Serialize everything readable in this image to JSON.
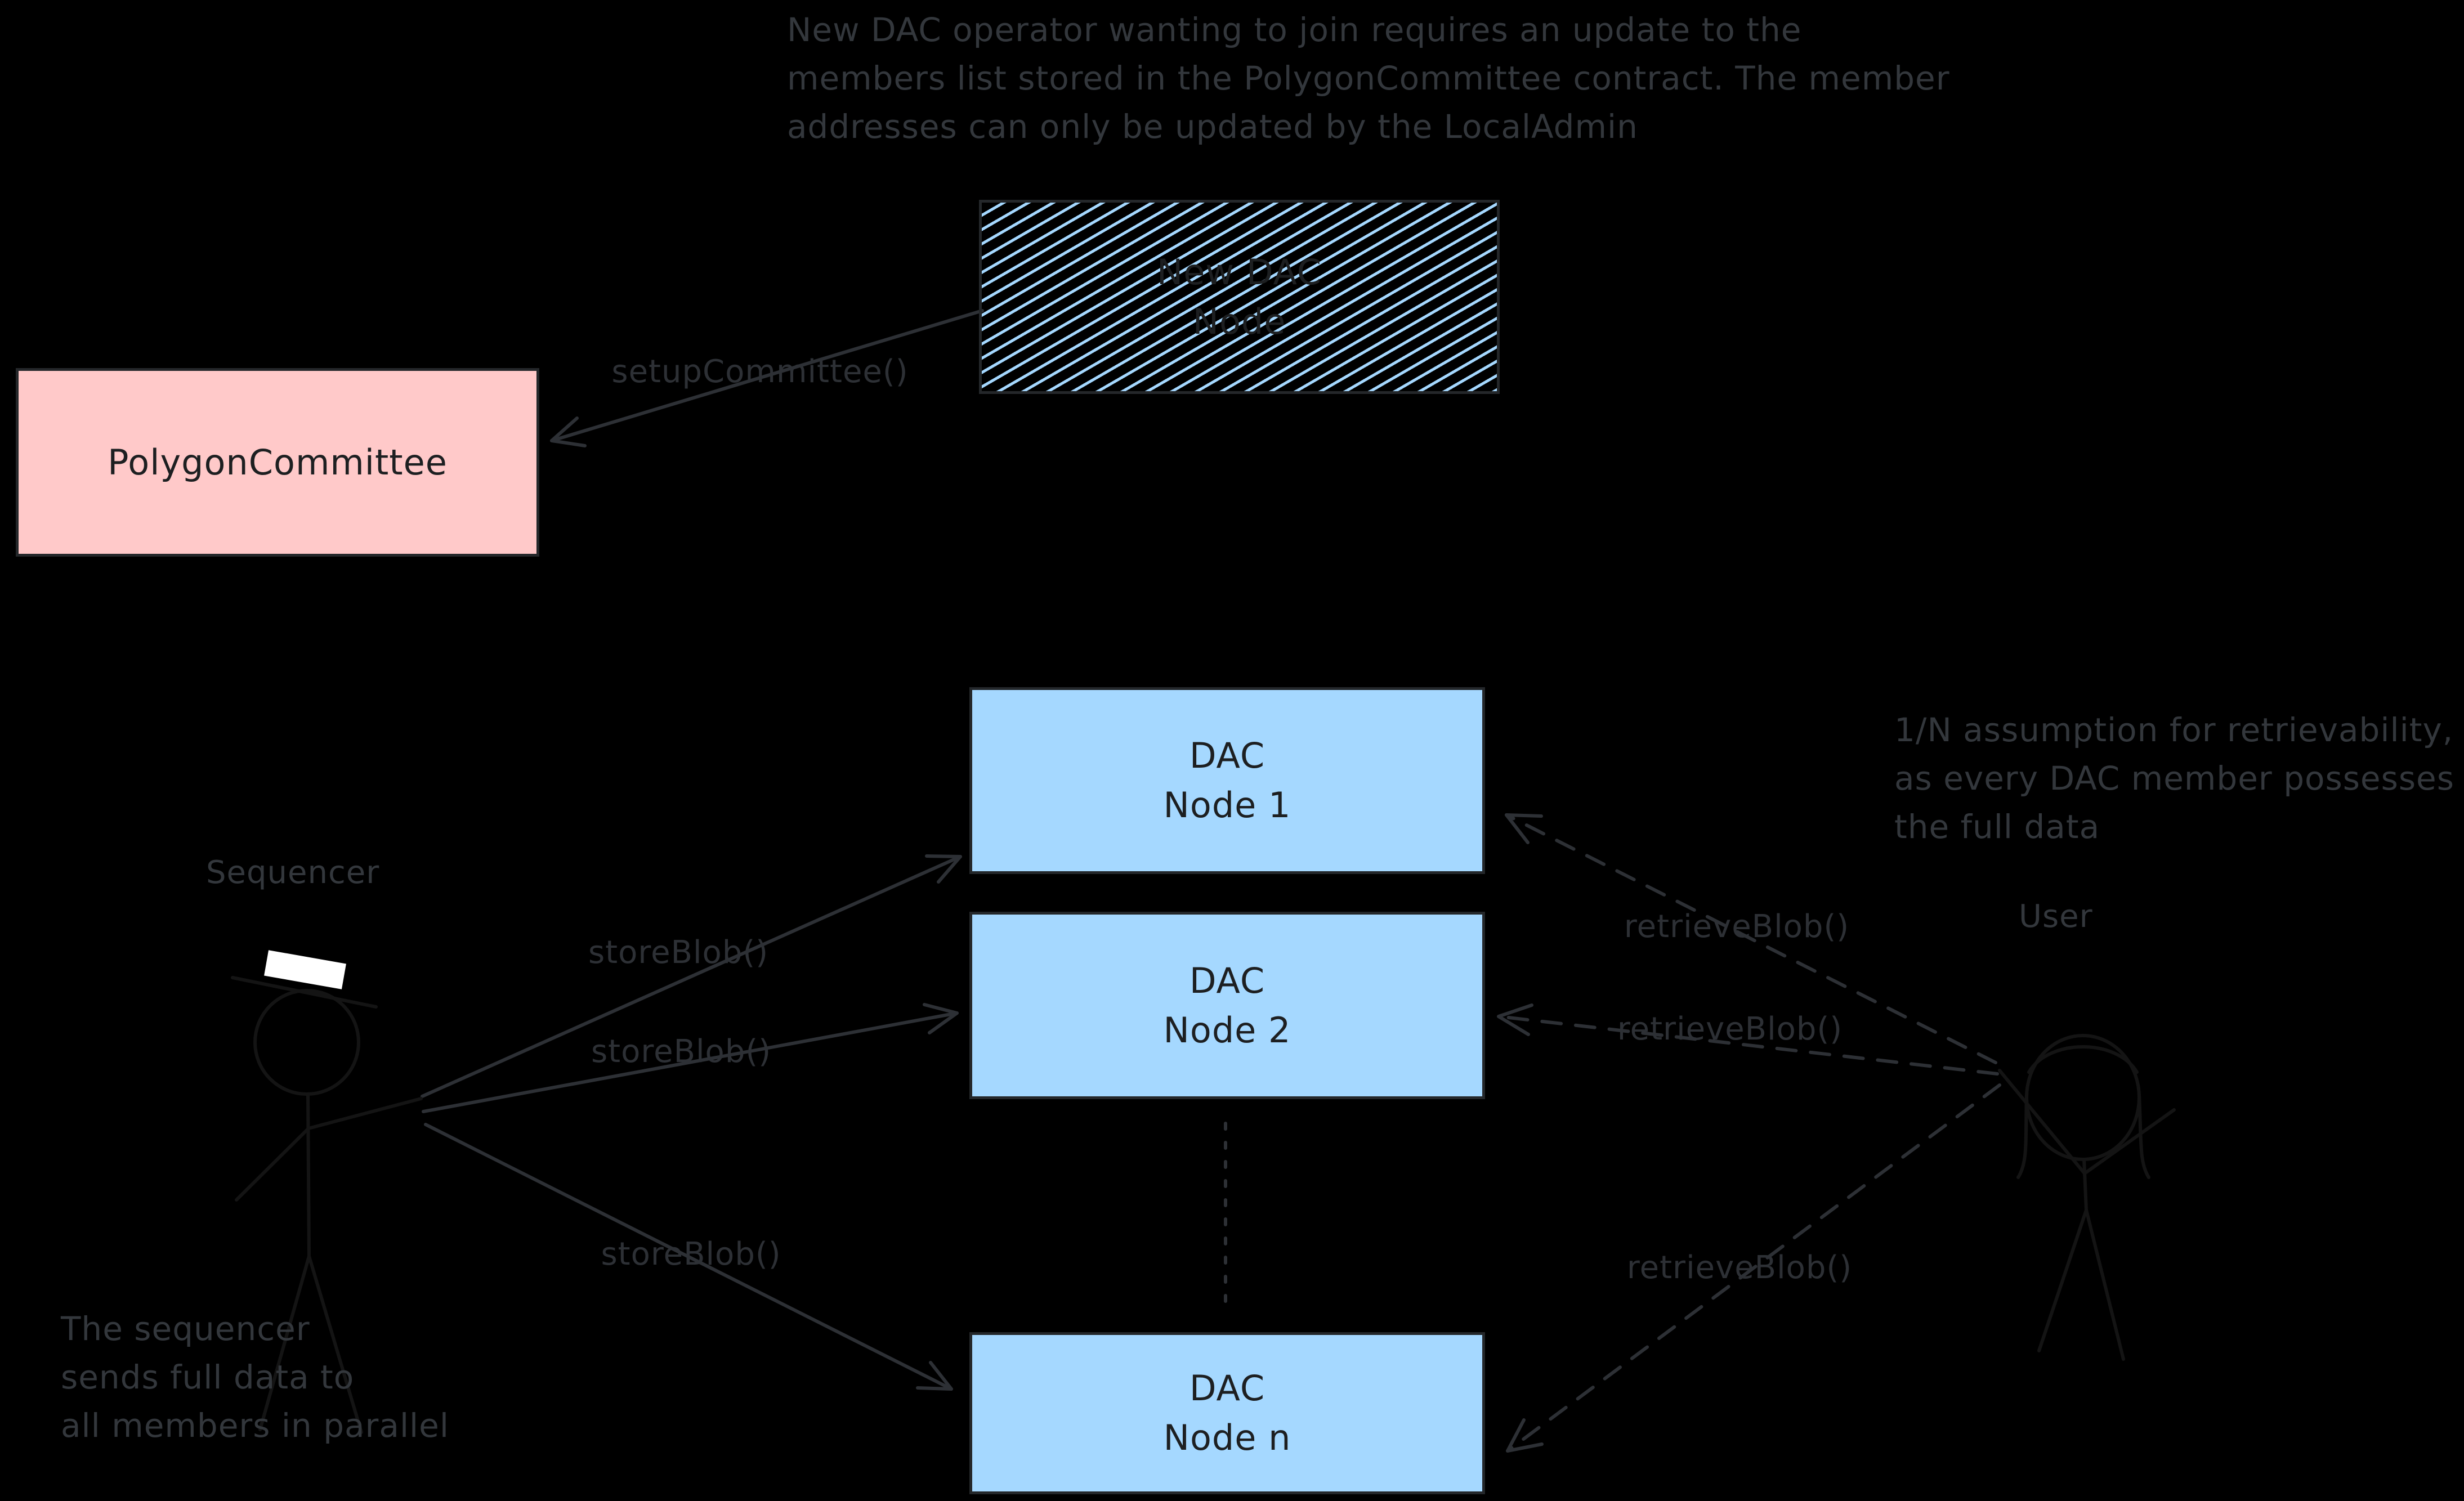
{
  "diagram": {
    "background": "#000000",
    "notes": {
      "top": "New DAC operator wanting to join requires an update to the\nmembers list stored in the PolygonCommittee contract. The member\naddresses can only be updated by the LocalAdmin",
      "retrievability": "1/N assumption for retrievability,\nas every DAC member possesses\nthe full data",
      "sequencer_parallel": "The sequencer\nsends full data to\nall members in parallel"
    },
    "actors": {
      "sequencer": "Sequencer",
      "user": "User"
    },
    "nodes": {
      "polygon_committee": "PolygonCommittee",
      "new_dac_node": "New DAC\nNode",
      "dac_node_1": "DAC\nNode 1",
      "dac_node_2": "DAC\nNode 2",
      "dac_node_n": "DAC\nNode n"
    },
    "edge_labels": {
      "setup_committee": "setupCommittee()",
      "store_blob_1": "storeBlob()",
      "store_blob_2": "storeBlob()",
      "store_blob_3": "storeBlob()",
      "retrieve_blob_1": "retrieveBlob()",
      "retrieve_blob_2": "retrieveBlob()",
      "retrieve_blob_3": "retrieveBlob()"
    },
    "colors": {
      "node_blue": "#a5d8ff",
      "node_pink": "#ffc9c9",
      "hatch_line": "#a5d8ff",
      "ink": "#2d3035",
      "note_ink": "#33373c",
      "box_ink": "#1d1f21",
      "hat_white": "#ffffff"
    }
  }
}
